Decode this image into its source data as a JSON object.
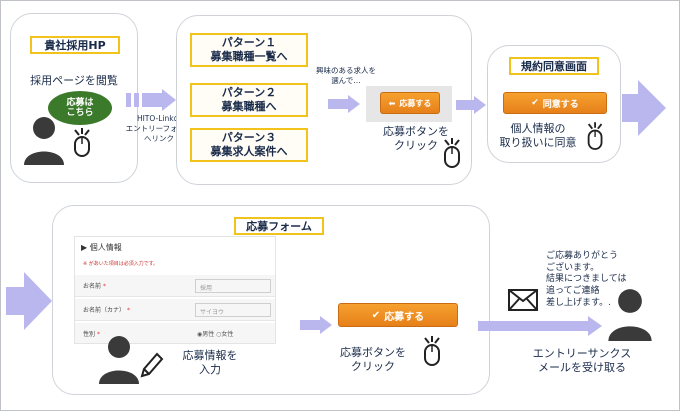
{
  "step1": {
    "hp_title": "貴社採用HP",
    "browse_text": "採用ページを閲覧",
    "bubble_text": "応募は\nこちら"
  },
  "link_text": "HITO-Linkの\nエントリーフォーム\nへリンク",
  "patterns": [
    {
      "title": "パターン１",
      "sub": "募集職種一覧へ"
    },
    {
      "title": "パターン２",
      "sub": "募集職種へ"
    },
    {
      "title": "パターン３",
      "sub": "募集求人案件へ"
    }
  ],
  "interest_text": "興味のある求人を\n選んで…",
  "apply_small_button": "応募する",
  "apply_click_text": "応募ボタンを\nクリック",
  "consent": {
    "header": "規約同意画面",
    "button": "同意する",
    "caption": "個人情報の\n取り扱いに同意"
  },
  "form": {
    "header": "応募フォーム",
    "section": "個人情報",
    "note": "※ があいた項目は必須入力です。",
    "fields": [
      {
        "key": "お名前",
        "value": "採用"
      },
      {
        "key": "お名前（カナ）",
        "value": "サイヨウ"
      },
      {
        "key": "性別",
        "value": "◉男性 ○女性"
      }
    ],
    "input_caption": "応募情報を\n入力",
    "big_button": "応募する",
    "click_caption": "応募ボタンを\nクリック"
  },
  "thanks": {
    "message": "ご応募ありがとう\nございます。\n結果につきましては\n追ってご連絡\n差し上げます。.",
    "caption": "エントリーサンクス\nメールを受け取る"
  },
  "colors": {
    "accent_yellow": "#f2c31a",
    "arrow": "#b9b7ee",
    "orange": "#ef8f22",
    "ink": "#1a2b4a"
  }
}
